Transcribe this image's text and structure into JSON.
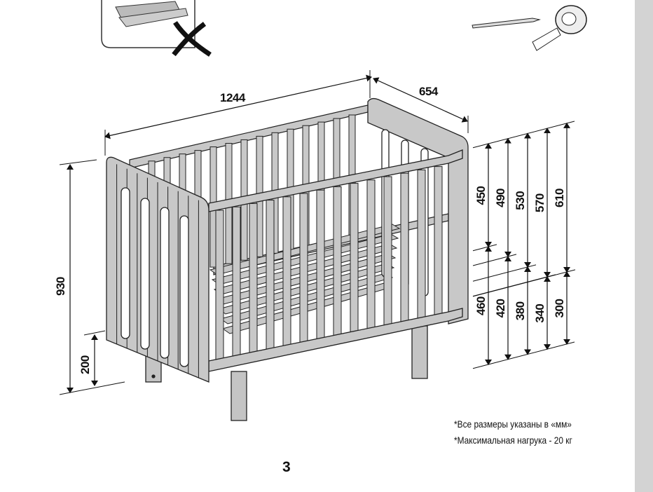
{
  "dimensions": {
    "length": "1244",
    "width": "654",
    "total_height": "930",
    "leg_height": "200",
    "mattress_depth_top": [
      "450",
      "490",
      "530",
      "570",
      "610"
    ],
    "mattress_base_height": [
      "460",
      "420",
      "380",
      "340",
      "300"
    ]
  },
  "notes": [
    "*Все размеры указаны в «мм»",
    "*Максимальная нагрука - 20 кг"
  ],
  "page_number": "3",
  "icons": [
    "crossed-out-warning-icon",
    "pencil-icon",
    "tape-measure-icon"
  ]
}
